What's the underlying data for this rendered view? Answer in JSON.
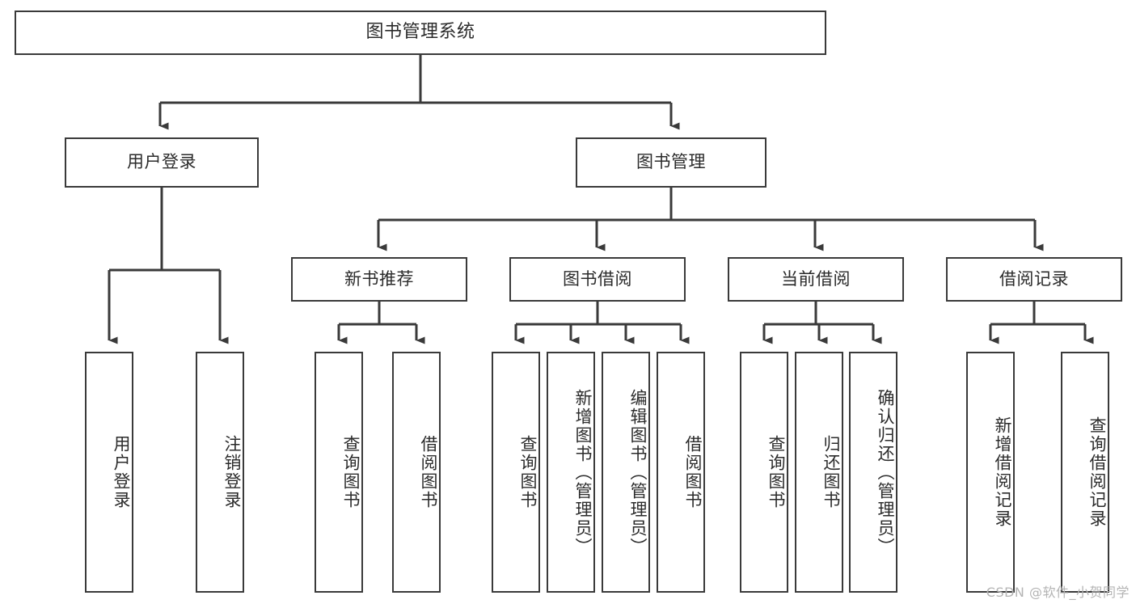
{
  "diagram": {
    "title": "图书管理系统",
    "type": "hierarchy-tree",
    "root": {
      "id": "root",
      "label": "图书管理系统"
    },
    "level2": [
      {
        "id": "user-login",
        "label": "用户登录"
      },
      {
        "id": "book-manage",
        "label": "图书管理"
      }
    ],
    "level3": [
      {
        "id": "new-book-rec",
        "label": "新书推荐",
        "parent": "book-manage"
      },
      {
        "id": "book-borrow",
        "label": "图书借阅",
        "parent": "book-manage"
      },
      {
        "id": "current-borrow",
        "label": "当前借阅",
        "parent": "book-manage"
      },
      {
        "id": "borrow-record",
        "label": "借阅记录",
        "parent": "book-manage"
      }
    ],
    "leaves": [
      {
        "id": "leaf-user-login",
        "label": "用户登录",
        "parent": "user-login"
      },
      {
        "id": "leaf-logout",
        "label": "注销登录",
        "parent": "user-login"
      },
      {
        "id": "leaf-query-book-1",
        "label": "查询图书",
        "parent": "new-book-rec"
      },
      {
        "id": "leaf-borrow-book-1",
        "label": "借阅图书",
        "parent": "new-book-rec"
      },
      {
        "id": "leaf-query-book-2",
        "label": "查询图书",
        "parent": "book-borrow"
      },
      {
        "id": "leaf-add-book",
        "label": "新增图书（管理员）",
        "parent": "book-borrow"
      },
      {
        "id": "leaf-edit-book",
        "label": "编辑图书（管理员）",
        "parent": "book-borrow"
      },
      {
        "id": "leaf-borrow-book-2",
        "label": "借阅图书",
        "parent": "book-borrow"
      },
      {
        "id": "leaf-query-book-3",
        "label": "查询图书",
        "parent": "current-borrow"
      },
      {
        "id": "leaf-return-book",
        "label": "归还图书",
        "parent": "current-borrow"
      },
      {
        "id": "leaf-confirm-return",
        "label": "确认归还（管理员）",
        "parent": "current-borrow"
      },
      {
        "id": "leaf-add-record",
        "label": "新增借阅记录",
        "parent": "borrow-record"
      },
      {
        "id": "leaf-query-record",
        "label": "查询借阅记录",
        "parent": "borrow-record"
      }
    ]
  },
  "watermark": {
    "text": "CSDN @软件_小贺同学"
  },
  "colors": {
    "border": "#3a3a3a",
    "text": "#2b2b2b",
    "background": "#ffffff",
    "watermark": "#b4b4b4"
  }
}
